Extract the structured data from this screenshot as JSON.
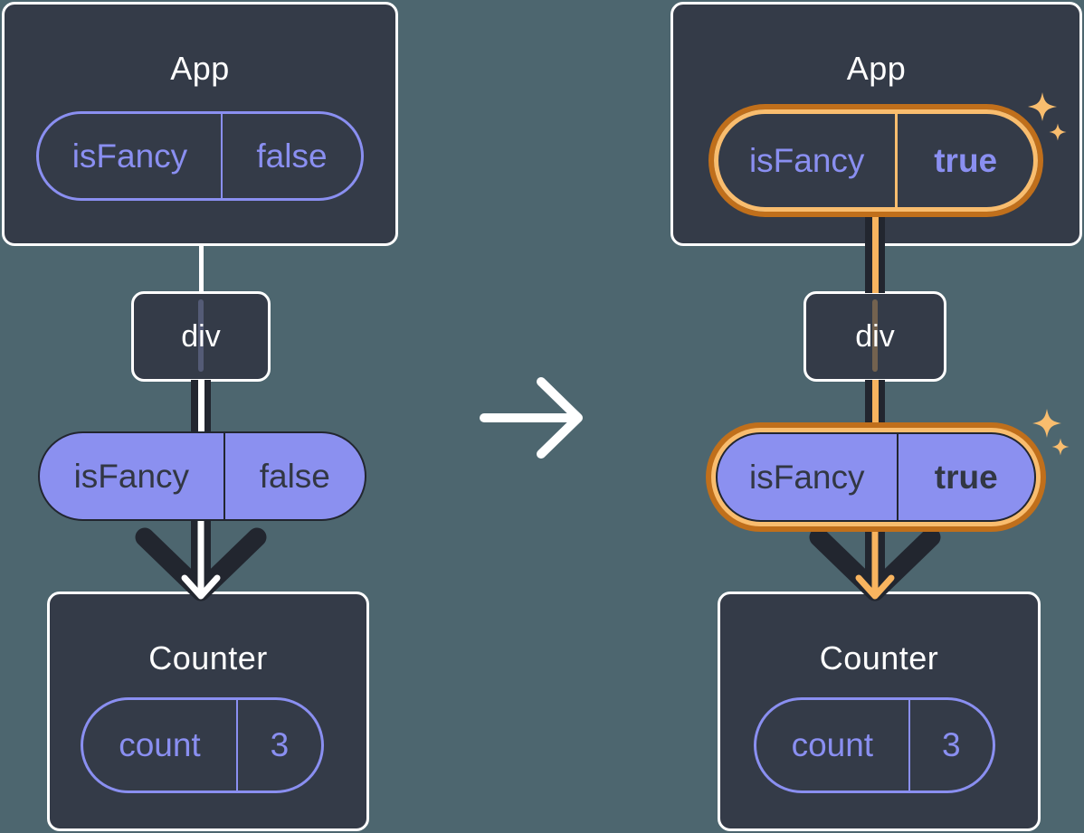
{
  "colors": {
    "background": "#4d666f",
    "card": "#343b48",
    "card_border": "#ffffff",
    "purple": "#8a8ff1",
    "purple_fill": "#8b90f0",
    "dark": "#22262f",
    "dark_text": "#323743",
    "orange_dark": "#c06f1b",
    "orange_light": "#f9bd6e",
    "orange_core": "#f8b45f",
    "white": "#ffffff"
  },
  "before": {
    "app": {
      "title": "App",
      "prop_name": "isFancy",
      "prop_value": "false"
    },
    "div": {
      "label": "div"
    },
    "passed_prop": {
      "name": "isFancy",
      "value": "false"
    },
    "counter": {
      "title": "Counter",
      "state_name": "count",
      "state_value": "3"
    }
  },
  "after": {
    "app": {
      "title": "App",
      "prop_name": "isFancy",
      "prop_value": "true"
    },
    "div": {
      "label": "div"
    },
    "passed_prop": {
      "name": "isFancy",
      "value": "true"
    },
    "counter": {
      "title": "Counter",
      "state_name": "count",
      "state_value": "3"
    }
  }
}
